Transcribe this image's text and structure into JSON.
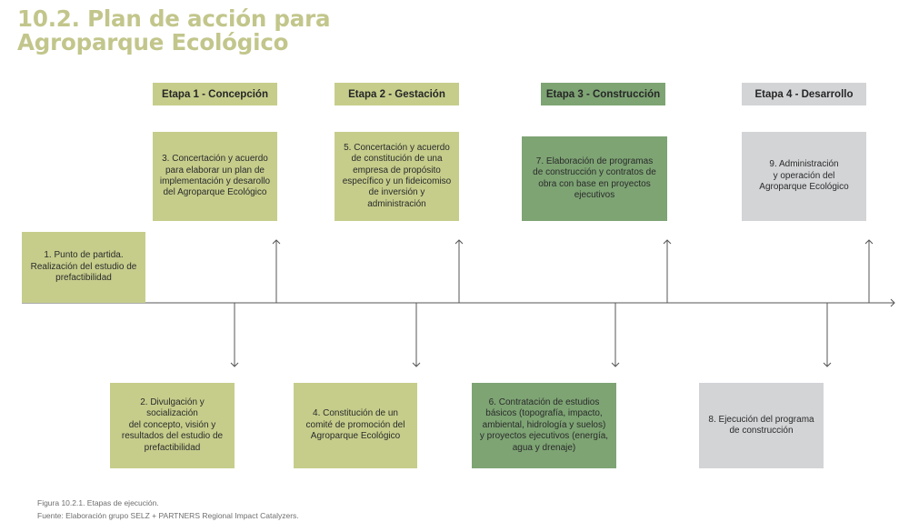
{
  "title": {
    "line1": "10.2. Plan de acción para",
    "line2": "Agroparque Ecológico"
  },
  "stages": [
    {
      "label": "Etapa 1 - Concepción"
    },
    {
      "label": "Etapa 2 - Gestación"
    },
    {
      "label": "Etapa 3 - Construcción"
    },
    {
      "label": "Etapa 4 - Desarrollo"
    }
  ],
  "steps": [
    {
      "text": "1. Punto de partida.\nRealización del estudio de\nprefactibilidad"
    },
    {
      "text": "2. Divulgación y socialización\ndel concepto, visión y\nresultados del estudio de\nprefactibilidad"
    },
    {
      "text": "3. Concertación y acuerdo\npara elaborar un plan de\nimplementación y desarollo\ndel Agroparque Ecológico"
    },
    {
      "text": "4. Constitución de un\ncomité de promoción del\nAgroparque Ecológico"
    },
    {
      "text": "5. Concertación y acuerdo\nde constitución de una\nempresa de propósito\nespecífico y un fideicomiso\nde inversión y administración"
    },
    {
      "text": "6. Contratación de estudios\nbásicos (topografía, impacto,\nambiental, hidrología y suelos)\ny proyectos ejecutivos (energía,\nagua y drenaje)"
    },
    {
      "text": "7. Elaboración de programas\nde construcción y contratos de\nobra con base en proyectos\nejecutivos"
    },
    {
      "text": "8. Ejecución del programa\nde construcción"
    },
    {
      "text": "9. Administración\ny operación del\nAgroparque Ecológico"
    }
  ],
  "footer": {
    "figure": "Figura 10.2.1. Etapas de ejecución.",
    "source": "Fuente: Elaboración grupo SELZ + PARTNERS Regional Impact Catalyzers."
  },
  "colors": {
    "title": "#c2c68b",
    "light_green": "#c6cd8b",
    "dark_green": "#7ea474",
    "gray": "#d3d4d6",
    "line": "#555555"
  }
}
